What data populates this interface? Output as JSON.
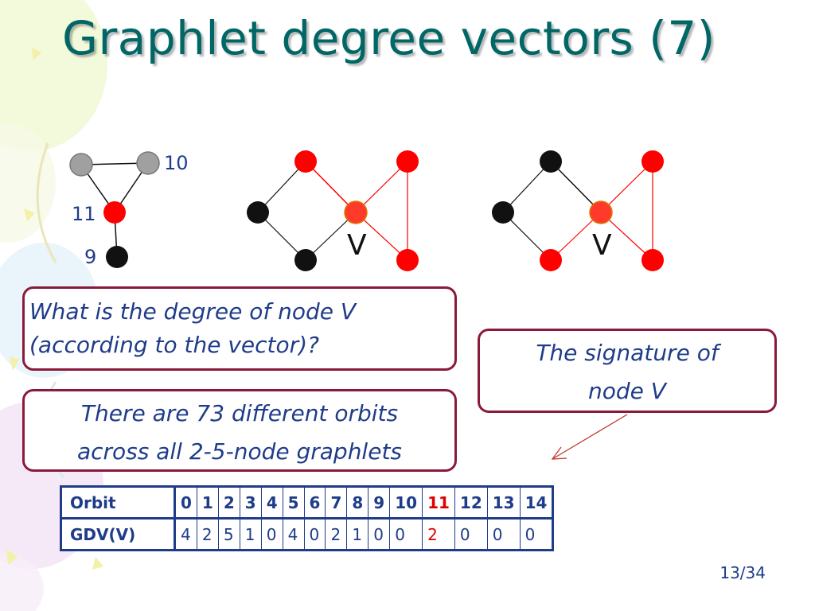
{
  "title": "Graphlet degree vectors (7)",
  "left_graph_labels": {
    "top_right": "10",
    "middle": "11",
    "bottom": "9"
  },
  "center_graph_label": "V",
  "right_graph_label": "V",
  "question": {
    "line1": "What is the degree of node V",
    "line2": "(according to the vector)?"
  },
  "orbits_note": {
    "line1": "There are 73 different orbits",
    "line2": "across all 2-5-node graphlets"
  },
  "signature_note": {
    "line1": "The signature of",
    "line2": "node V"
  },
  "table": {
    "row1_header": "Orbit",
    "row2_header": "GDV(V)",
    "orbits": [
      "0",
      "1",
      "2",
      "3",
      "4",
      "5",
      "6",
      "7",
      "8",
      "9",
      "10",
      "11",
      "12",
      "13",
      "14"
    ],
    "values": [
      "4",
      "2",
      "5",
      "1",
      "0",
      "4",
      "0",
      "2",
      "1",
      "0",
      "0",
      "2",
      "0",
      "0",
      "0"
    ],
    "highlight_color": "#e00000"
  },
  "page_number": "13/34",
  "colors": {
    "title": "#006666",
    "text": "#1f3c8a",
    "box_border": "#8b1a3a",
    "node_red": "#ff0000",
    "node_black": "#111111",
    "node_gray": "#a0a0a0"
  }
}
